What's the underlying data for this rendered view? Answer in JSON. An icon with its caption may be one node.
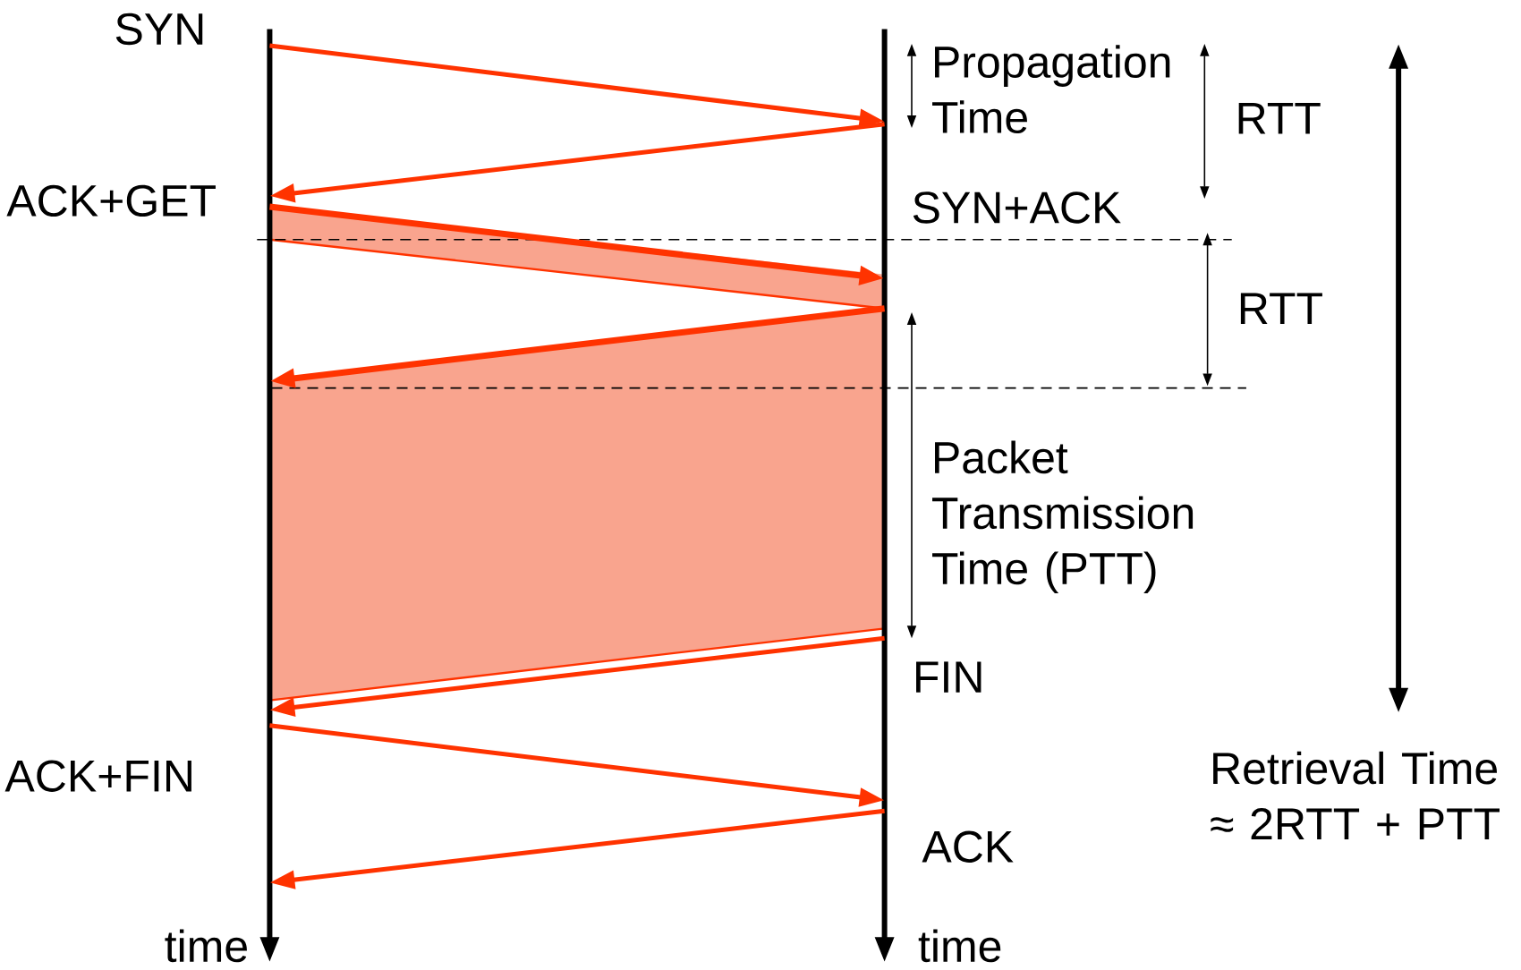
{
  "diagram": {
    "labels": [
      "SYN",
      "Propagation Time",
      "RTT",
      "ACK+GET",
      "SYN+ACK",
      "RTT",
      "Packet Transmission Time (PTT)",
      "FIN",
      "Retrieval Time ≈ 2RTT + PTT",
      "ACK+FIN",
      "ACK",
      "time",
      "time"
    ]
  }
}
